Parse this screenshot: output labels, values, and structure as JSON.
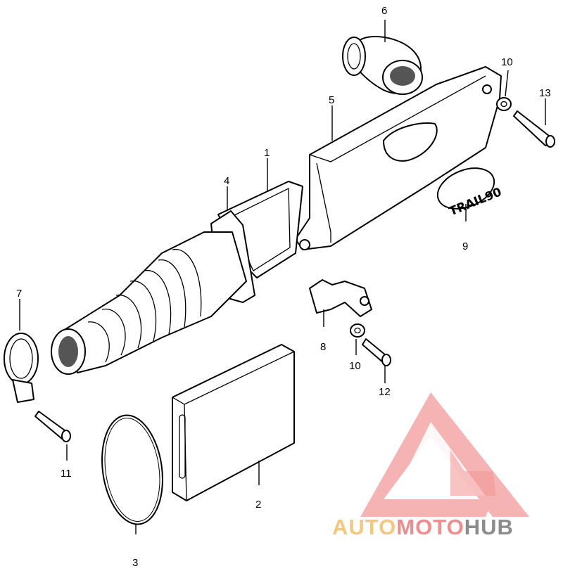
{
  "callouts": {
    "c1": "1",
    "c2": "2",
    "c3": "3",
    "c4": "4",
    "c5": "5",
    "c6": "6",
    "c7": "7",
    "c8": "8",
    "c9": "9",
    "c10a": "10",
    "c10b": "10",
    "c11": "11",
    "c12": "12",
    "c13": "13"
  },
  "emblem": {
    "text": "TRAIL90"
  },
  "logo": {
    "part1": "AUTO",
    "part2": "MOTO",
    "part3": "HUB",
    "colors": {
      "auto": "#f4c77b",
      "moto": "#f28b8b",
      "hub": "#8c8c8c",
      "triangle": "#f08080"
    }
  }
}
